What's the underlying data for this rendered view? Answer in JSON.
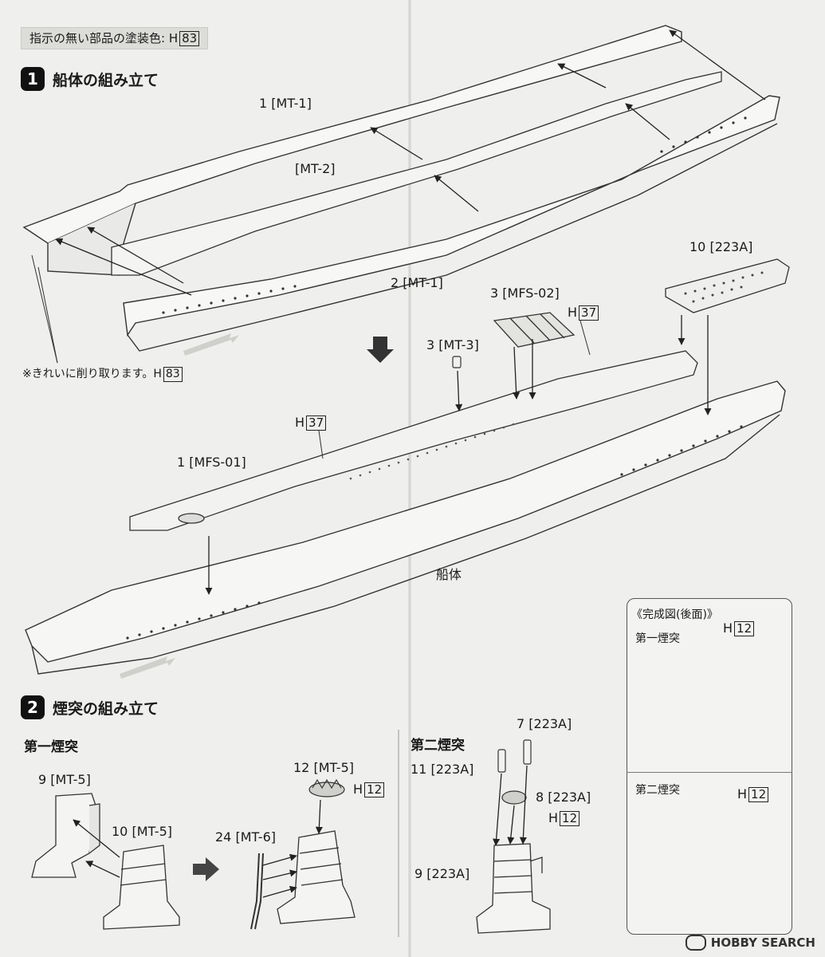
{
  "note": {
    "text": "指示の無い部品の塗装色: H",
    "code": "83"
  },
  "step1": {
    "number": "1",
    "title": "船体の組み立て",
    "labels": {
      "mt1_top": "1 [MT-1]",
      "mt2": "[MT-2]",
      "mt1_mid": "2 [MT-1]",
      "p10": "10 [223A]",
      "mfs02": "3 [MFS-02]",
      "mt3": "3 [MT-3]",
      "mfs01": "1 [MFS-01]",
      "hull": "船体"
    },
    "h37a": {
      "prefix": "H",
      "code": "37"
    },
    "h37b": {
      "prefix": "H",
      "code": "37"
    },
    "trim_note": "※きれいに削り取ります。H",
    "trim_code": "83"
  },
  "step2": {
    "number": "2",
    "title": "煙突の組み立て",
    "first": {
      "title": "第一煙突",
      "labels": {
        "p9": "9 [MT-5]",
        "p10": "10 [MT-5]",
        "p12": "12 [MT-5]",
        "p24": "24 [MT-6]"
      },
      "h12": {
        "prefix": "H",
        "code": "12"
      }
    },
    "second": {
      "title": "第二煙突",
      "labels": {
        "p7": "7 [223A]",
        "p11": "11 [223A]",
        "p8": "8 [223A]",
        "p9": "9 [223A]"
      },
      "h12": {
        "prefix": "H",
        "code": "12"
      }
    },
    "panel": {
      "title": "《完成図(後面)》",
      "first_label": "第一煙突",
      "first_h": {
        "prefix": "H",
        "code": "12"
      },
      "second_label": "第二煙突",
      "second_h": {
        "prefix": "H",
        "code": "12"
      }
    }
  },
  "logo": {
    "text": "HOBBY SEARCH"
  }
}
